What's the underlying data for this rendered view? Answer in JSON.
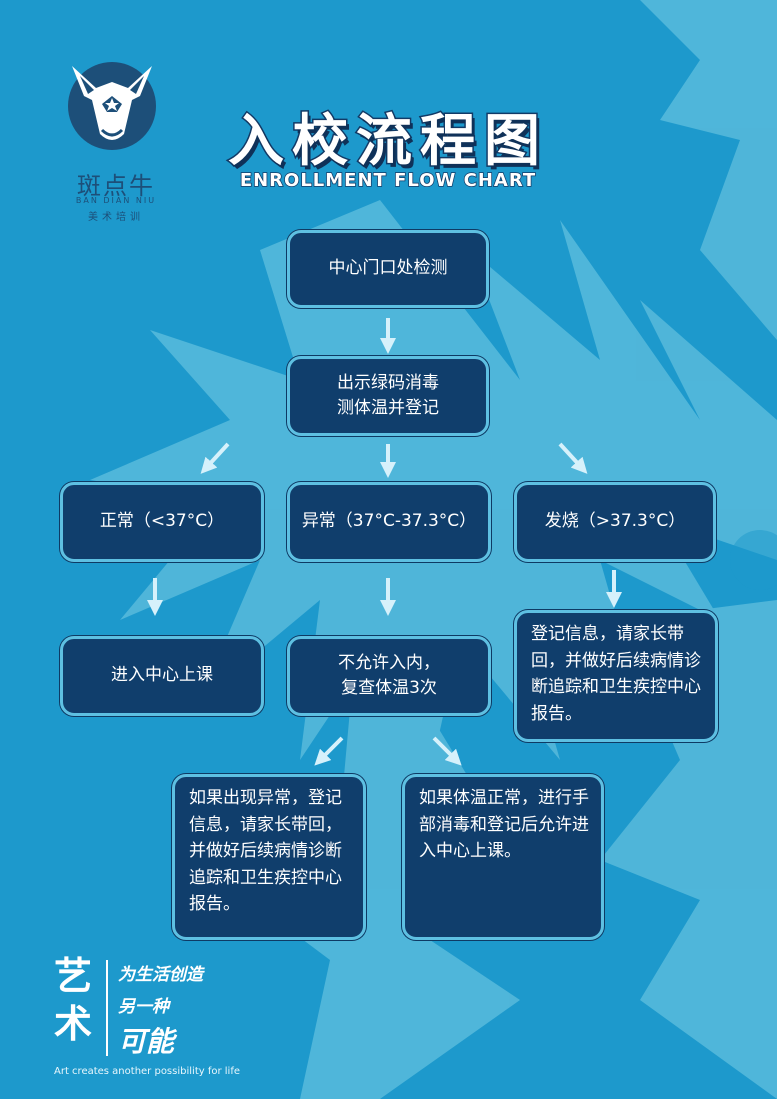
{
  "logo": {
    "name_cn": "斑点牛",
    "name_en": "BAN DIAN NIU",
    "sub": "美术培训"
  },
  "header": {
    "title": "入校流程图",
    "subtitle": "ENROLLMENT FLOW CHART"
  },
  "flow": {
    "step1": "中心门口处检测",
    "step2": "出示绿码消毒\n测体温并登记",
    "normal": "正常（<37°C）",
    "abnormal": "异常（37°C-37.3°C）",
    "fever": "发烧（>37.3°C）",
    "enter": "进入中心上课",
    "not_allowed": "不允许入内，\n复查体温3次",
    "fever_action": "登记信息，请家长带回，并做好后续病情诊断追踪和卫生疾控中心报告。",
    "recheck_abnormal": "如果出现异常，登记信息，请家长带回，并做好后续病情诊断追踪和卫生疾控中心报告。",
    "recheck_normal": "如果体温正常，进行手部消毒和登记后允许进入中心上课。"
  },
  "slogan": {
    "art1": "艺",
    "art2": "术",
    "line1": "为生活创造",
    "line2": "另一种",
    "line3": "可能",
    "tagline": "Art creates another possibility for life"
  },
  "colors": {
    "background": "#1d99cc",
    "box_fill": "#103e6c",
    "box_border": "#5ec0e2",
    "arrow": "#d6f1fb",
    "logo": "#1d4f79"
  }
}
